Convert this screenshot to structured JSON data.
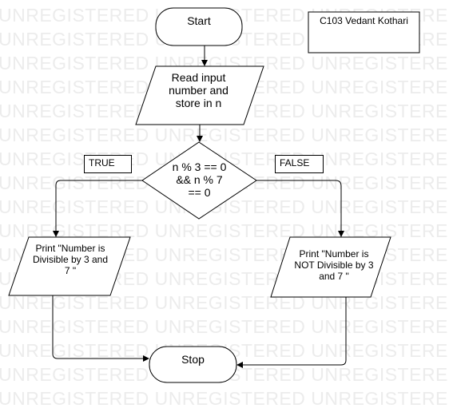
{
  "watermark": {
    "text": "UNREGISTERED"
  },
  "nodes": {
    "start": "Start",
    "read": "Read input number and store in n",
    "decision": "n % 3 == 0 && n % 7 == 0",
    "print_true": "Print \"Number is Divisible by 3 and 7 \"",
    "print_false": "Print \"Number is NOT Divisible by 3 and 7 \"",
    "stop": "Stop"
  },
  "branches": {
    "true_label": "TRUE",
    "false_label": "FALSE"
  },
  "note": {
    "text": "C103 Vedant Kothari"
  }
}
